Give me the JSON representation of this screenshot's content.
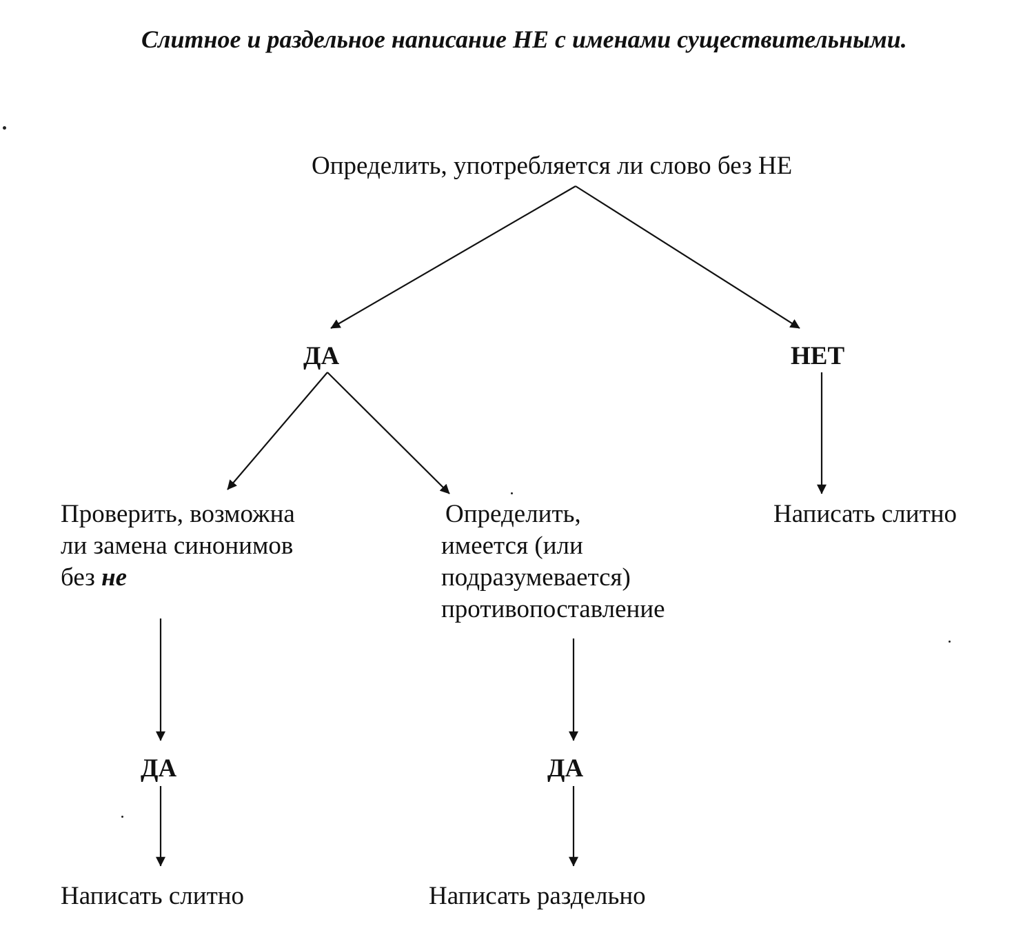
{
  "title": "Слитное и раздельное написание НЕ с именами существительными.",
  "nodes": {
    "root": "Определить, употребляется ли слово без НЕ",
    "yes_1": "ДА",
    "no_1": "НЕТ",
    "check_synonym": {
      "line1": "Проверить, возможна",
      "line2": "ли замена синонимов",
      "line3_prefix": "без ",
      "line3_emphasis": "не"
    },
    "check_contrast": {
      "line1": "Определить,",
      "line2": "имеется (или",
      "line3": "подразумевается)",
      "line4": "противопоставление"
    },
    "write_together_right": "Написать слитно",
    "yes_left": "ДА",
    "yes_middle": "ДА",
    "write_together_left": "Написать слитно",
    "write_separately": "Написать раздельно"
  },
  "colors": {
    "ink": "#111111",
    "background": "#ffffff"
  }
}
